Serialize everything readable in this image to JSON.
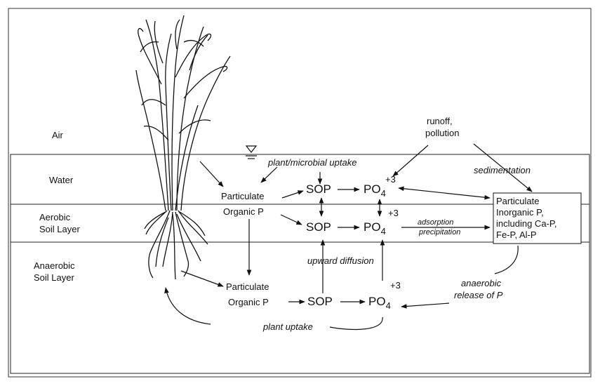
{
  "layers": {
    "air": "Air",
    "water": "Water",
    "aerobic": [
      "Aerobic",
      "Soil Layer"
    ],
    "anaerobic": [
      "Anaerobic",
      "Soil Layer"
    ]
  },
  "nodes": {
    "particulate_organic_upper": [
      "Particulate",
      "Organic P"
    ],
    "particulate_organic_lower": [
      "Particulate",
      "Organic P"
    ],
    "sop": "SOP",
    "po4_base": "PO",
    "po4_sub": "4",
    "po4_charge": "+3",
    "particulate_inorganic": [
      "Particulate",
      "Inorganic P,",
      "including Ca-P,",
      "Fe-P, Al-P"
    ]
  },
  "processes": {
    "runoff": [
      "runoff,",
      "pollution"
    ],
    "sedimentation": "sedimentation",
    "plant_microbial_uptake": "plant/microbial uptake",
    "adsorption": [
      "adsorption",
      "precipitation"
    ],
    "upward_diffusion": "upward diffusion",
    "anaerobic_release": [
      "anaerobic",
      "release of P"
    ],
    "plant_uptake": "plant uptake"
  },
  "colors": {
    "ink": "#111111",
    "line": "#222222"
  }
}
